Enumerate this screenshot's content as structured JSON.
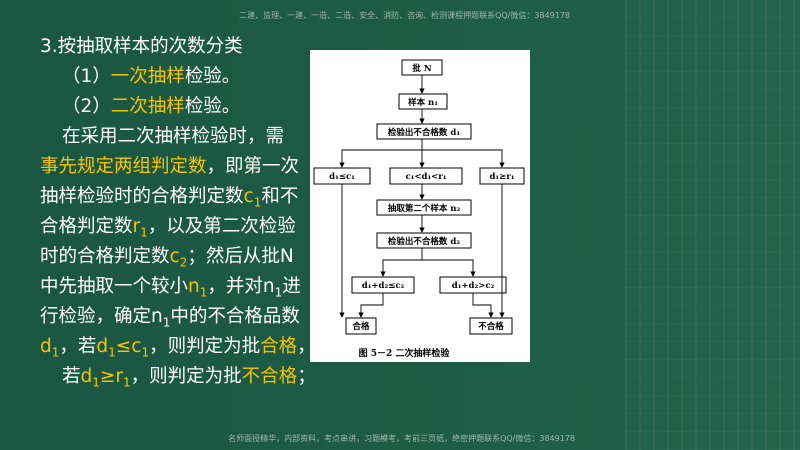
{
  "watermarks": {
    "top": "二建、监理、一建、一造、二造、安全、消防、咨询、检测课程押题联系QQ/微信：3849178",
    "bottom": "名师面授精华，内部资料，考点串讲，习题模考，考前三页纸，绝密押题联系QQ/微信：3849178"
  },
  "slide": {
    "heading": "3.按抽取样本的次数分类",
    "items": [
      {
        "prefix": "（1）",
        "highlight": "一次抽样",
        "suffix": "检验。"
      },
      {
        "prefix": "（2）",
        "highlight": "二次抽样",
        "suffix": "检验。"
      }
    ],
    "para_lines": {
      "l1": "在采用二次抽样检验时，需",
      "l2a": "事先规定两组判定数",
      "l2b": "，即第一次",
      "l3a": "抽样检验时的合格判定数",
      "l3b": "c",
      "l3c": "1",
      "l3d": "和不",
      "l4a": "合格判定数",
      "l4b": "r",
      "l4c": "1",
      "l4d": "，以及第二次检验",
      "l5a": "时的合格判定数",
      "l5b": "c",
      "l5c": "2",
      "l5d": "；然后从批N",
      "l6a": "中先抽取一个较小",
      "l6b": "n",
      "l6c": "1",
      "l6d": "，并对n",
      "l6e": "1",
      "l6f": "进",
      "l7a": "行检验，确定n",
      "l7b": "1",
      "l7c": "中的不合格品数",
      "l8a": "d",
      "l8b": "1",
      "l8c": "，若",
      "l8d": "d",
      "l8e": "1",
      "l8f": "≤c",
      "l8g": "1",
      "l8h": "，则判定为批",
      "l8i": "合格",
      "l8j": "，",
      "l9a": "若",
      "l9b": "d",
      "l9c": "1",
      "l9d": "≥r",
      "l9e": "1",
      "l9f": "，则判定为批",
      "l9g": "不合格",
      "l9h": "；"
    }
  },
  "flowchart": {
    "box_batch": "批 N",
    "box_sample1": "样本 n₁",
    "box_inspect1": "检验出不合格数 d₁",
    "box_cond_left": "d₁≤c₁",
    "box_cond_mid": "c₁<d₁<r₁",
    "box_cond_right": "d₁≥r₁",
    "box_sample2": "抽取第二个样本 n₂",
    "box_inspect2": "检验出不合格数 d₂",
    "box_cond2_left": "d₁+d₂≤c₂",
    "box_cond2_right": "d₁+d₂>c₂",
    "box_pass": "合格",
    "box_fail": "不合格",
    "caption": "图 5－2   二次抽样检验"
  }
}
